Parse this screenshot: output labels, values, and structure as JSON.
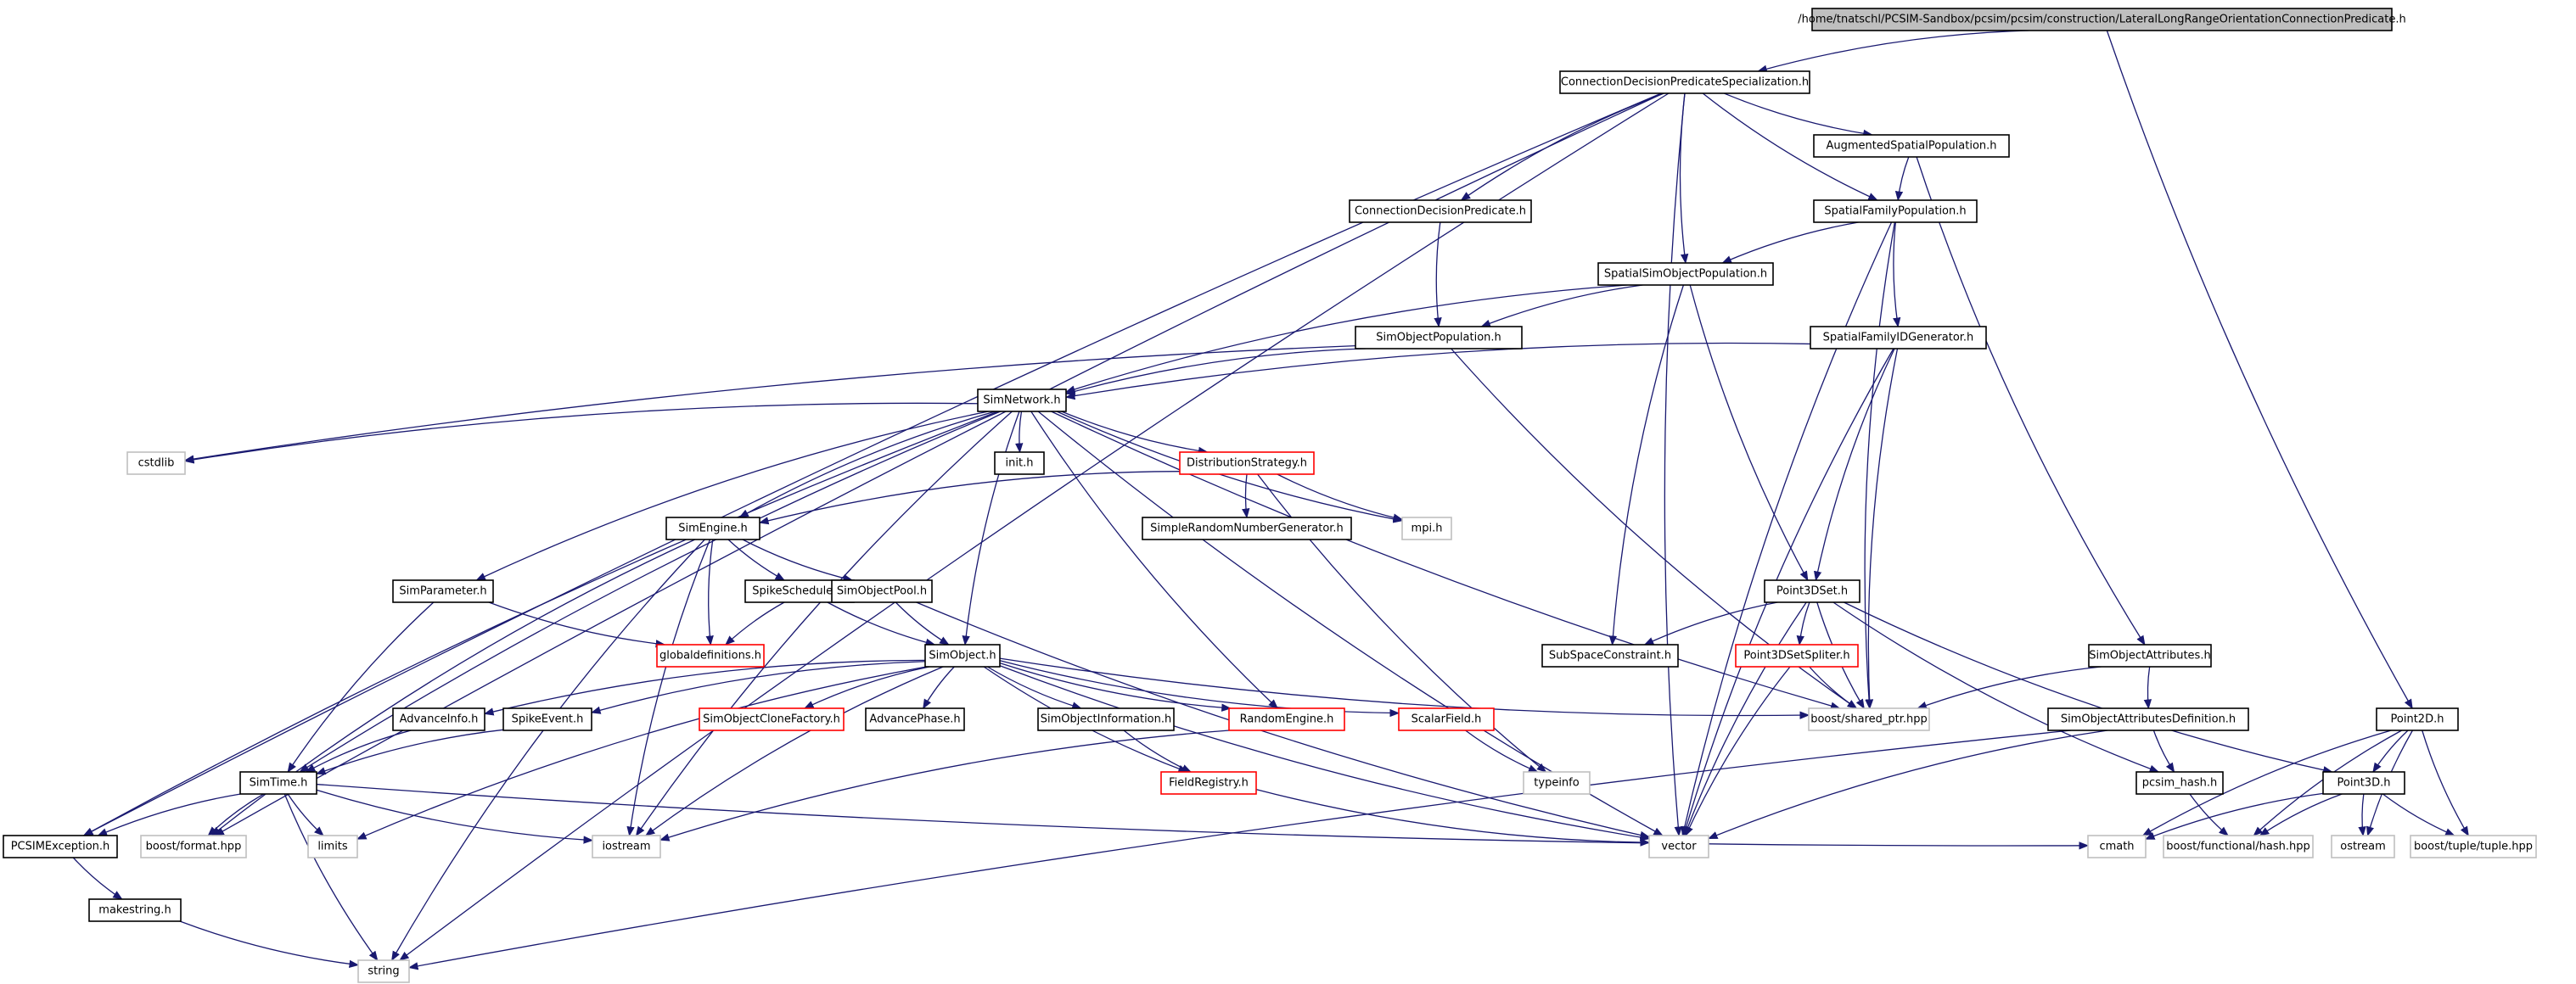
{
  "diagram": {
    "nodes": {
      "root": {
        "label": "/home/tnatschl/PCSIM-Sandbox/pcsim/pcsim/construction/LateralLongRangeOrientationConnectionPredicate.h",
        "style": "root"
      },
      "cdps": {
        "label": "ConnectionDecisionPredicateSpecialization.h",
        "style": "normal"
      },
      "asp": {
        "label": "AugmentedSpatialPopulation.h",
        "style": "normal"
      },
      "cdp": {
        "label": "ConnectionDecisionPredicate.h",
        "style": "normal"
      },
      "sfp": {
        "label": "SpatialFamilyPopulation.h",
        "style": "normal"
      },
      "ssop": {
        "label": "SpatialSimObjectPopulation.h",
        "style": "normal"
      },
      "sop": {
        "label": "SimObjectPopulation.h",
        "style": "normal"
      },
      "sfidg": {
        "label": "SpatialFamilyIDGenerator.h",
        "style": "normal"
      },
      "simnet": {
        "label": "SimNetwork.h",
        "style": "normal"
      },
      "cstdlib": {
        "label": "cstdlib",
        "style": "gray"
      },
      "init": {
        "label": "init.h",
        "style": "normal"
      },
      "diststrat": {
        "label": "DistributionStrategy.h",
        "style": "red"
      },
      "mpi": {
        "label": "mpi.h",
        "style": "gray"
      },
      "srng": {
        "label": "SimpleRandomNumberGenerator.h",
        "style": "normal"
      },
      "simengine": {
        "label": "SimEngine.h",
        "style": "normal"
      },
      "simparam": {
        "label": "SimParameter.h",
        "style": "normal"
      },
      "spikesched": {
        "label": "SpikeScheduler.h",
        "style": "normal"
      },
      "simobjpool": {
        "label": "SimObjectPool.h",
        "style": "normal"
      },
      "globaldefs": {
        "label": "globaldefinitions.h",
        "style": "red"
      },
      "p3dset": {
        "label": "Point3DSet.h",
        "style": "normal"
      },
      "subspace": {
        "label": "SubSpaceConstraint.h",
        "style": "normal"
      },
      "p3dsetspliter": {
        "label": "Point3DSetSpliter.h",
        "style": "red"
      },
      "simobj": {
        "label": "SimObject.h",
        "style": "normal"
      },
      "advinfo": {
        "label": "AdvanceInfo.h",
        "style": "normal"
      },
      "spikeevent": {
        "label": "SpikeEvent.h",
        "style": "normal"
      },
      "socf": {
        "label": "SimObjectCloneFactory.h",
        "style": "red"
      },
      "advphase": {
        "label": "AdvancePhase.h",
        "style": "normal"
      },
      "soinfo": {
        "label": "SimObjectInformation.h",
        "style": "normal"
      },
      "randeng": {
        "label": "RandomEngine.h",
        "style": "red"
      },
      "scalarfield": {
        "label": "ScalarField.h",
        "style": "red"
      },
      "soattr": {
        "label": "SimObjectAttributes.h",
        "style": "normal"
      },
      "sharedptr": {
        "label": "boost/shared_ptr.hpp",
        "style": "gray"
      },
      "soattrdef": {
        "label": "SimObjectAttributesDefinition.h",
        "style": "normal"
      },
      "point2d": {
        "label": "Point2D.h",
        "style": "normal"
      },
      "simtime": {
        "label": "SimTime.h",
        "style": "normal"
      },
      "fieldreg": {
        "label": "FieldRegistry.h",
        "style": "red"
      },
      "typeinfo": {
        "label": "typeinfo",
        "style": "gray"
      },
      "pcsimhash": {
        "label": "pcsim_hash.h",
        "style": "normal"
      },
      "point3d": {
        "label": "Point3D.h",
        "style": "normal"
      },
      "pcsimexc": {
        "label": "PCSIMException.h",
        "style": "normal"
      },
      "bformat": {
        "label": "boost/format.hpp",
        "style": "gray"
      },
      "limits": {
        "label": "limits",
        "style": "gray"
      },
      "iostream": {
        "label": "iostream",
        "style": "gray"
      },
      "vector": {
        "label": "vector",
        "style": "gray"
      },
      "cmath": {
        "label": "cmath",
        "style": "gray"
      },
      "bhash": {
        "label": "boost/functional/hash.hpp",
        "style": "gray"
      },
      "ostream": {
        "label": "ostream",
        "style": "gray"
      },
      "btuple": {
        "label": "boost/tuple/tuple.hpp",
        "style": "gray"
      },
      "makestring": {
        "label": "makestring.h",
        "style": "normal"
      },
      "string": {
        "label": "string",
        "style": "gray"
      }
    },
    "edges": [
      [
        "root",
        "cdps"
      ],
      [
        "root",
        "point2d"
      ],
      [
        "cdps",
        "asp"
      ],
      [
        "cdps",
        "cdp"
      ],
      [
        "cdps",
        "sfp"
      ],
      [
        "cdps",
        "ssop"
      ],
      [
        "cdps",
        "pcsimexc"
      ],
      [
        "cdps",
        "bformat"
      ],
      [
        "cdps",
        "string"
      ],
      [
        "cdps",
        "vector"
      ],
      [
        "asp",
        "sfp"
      ],
      [
        "asp",
        "soattr"
      ],
      [
        "cdp",
        "sop"
      ],
      [
        "sfp",
        "ssop"
      ],
      [
        "sfp",
        "sfidg"
      ],
      [
        "sfp",
        "sharedptr"
      ],
      [
        "sfp",
        "vector"
      ],
      [
        "ssop",
        "sop"
      ],
      [
        "ssop",
        "simnet"
      ],
      [
        "ssop",
        "p3dset"
      ],
      [
        "ssop",
        "subspace"
      ],
      [
        "sop",
        "simnet"
      ],
      [
        "sop",
        "cstdlib"
      ],
      [
        "sop",
        "sharedptr"
      ],
      [
        "sfidg",
        "simnet"
      ],
      [
        "sfidg",
        "p3dset"
      ],
      [
        "sfidg",
        "sharedptr"
      ],
      [
        "sfidg",
        "vector"
      ],
      [
        "simnet",
        "cstdlib"
      ],
      [
        "simnet",
        "init"
      ],
      [
        "simnet",
        "diststrat"
      ],
      [
        "simnet",
        "mpi"
      ],
      [
        "simnet",
        "simengine"
      ],
      [
        "simnet",
        "simparam"
      ],
      [
        "simnet",
        "simobj"
      ],
      [
        "simnet",
        "simtime"
      ],
      [
        "simnet",
        "pcsimexc"
      ],
      [
        "simnet",
        "iostream"
      ],
      [
        "simnet",
        "randeng"
      ],
      [
        "simnet",
        "sharedptr"
      ],
      [
        "simnet",
        "vector"
      ],
      [
        "diststrat",
        "srng"
      ],
      [
        "diststrat",
        "mpi"
      ],
      [
        "diststrat",
        "simengine"
      ],
      [
        "diststrat",
        "typeinfo"
      ],
      [
        "simengine",
        "spikesched"
      ],
      [
        "simengine",
        "simobjpool"
      ],
      [
        "simengine",
        "globaldefs"
      ],
      [
        "simengine",
        "bformat"
      ],
      [
        "simengine",
        "iostream"
      ],
      [
        "simengine",
        "string"
      ],
      [
        "simparam",
        "globaldefs"
      ],
      [
        "simparam",
        "simtime"
      ],
      [
        "spikesched",
        "globaldefs"
      ],
      [
        "spikesched",
        "simobj"
      ],
      [
        "simobjpool",
        "simobj"
      ],
      [
        "simobjpool",
        "vector"
      ],
      [
        "p3dset",
        "subspace"
      ],
      [
        "p3dset",
        "p3dsetspliter"
      ],
      [
        "p3dset",
        "sharedptr"
      ],
      [
        "p3dset",
        "vector"
      ],
      [
        "p3dset",
        "point3d"
      ],
      [
        "p3dset",
        "pcsimhash"
      ],
      [
        "p3dsetspliter",
        "sharedptr"
      ],
      [
        "p3dsetspliter",
        "vector"
      ],
      [
        "simobj",
        "advinfo"
      ],
      [
        "simobj",
        "spikeevent"
      ],
      [
        "simobj",
        "socf"
      ],
      [
        "simobj",
        "advphase"
      ],
      [
        "simobj",
        "soinfo"
      ],
      [
        "simobj",
        "randeng"
      ],
      [
        "simobj",
        "scalarfield"
      ],
      [
        "simobj",
        "fieldreg"
      ],
      [
        "simobj",
        "sharedptr"
      ],
      [
        "simobj",
        "iostream"
      ],
      [
        "simobj",
        "limits"
      ],
      [
        "simobj",
        "vector"
      ],
      [
        "advinfo",
        "simtime"
      ],
      [
        "spikeevent",
        "simtime"
      ],
      [
        "soinfo",
        "fieldreg"
      ],
      [
        "randeng",
        "iostream"
      ],
      [
        "scalarfield",
        "typeinfo"
      ],
      [
        "soattr",
        "sharedptr"
      ],
      [
        "soattr",
        "soattrdef"
      ],
      [
        "soattrdef",
        "pcsimhash"
      ],
      [
        "soattrdef",
        "vector"
      ],
      [
        "soattrdef",
        "string"
      ],
      [
        "point2d",
        "point3d"
      ],
      [
        "point2d",
        "cmath"
      ],
      [
        "point2d",
        "bhash"
      ],
      [
        "point2d",
        "ostream"
      ],
      [
        "point2d",
        "btuple"
      ],
      [
        "point3d",
        "cmath"
      ],
      [
        "point3d",
        "bhash"
      ],
      [
        "point3d",
        "ostream"
      ],
      [
        "point3d",
        "btuple"
      ],
      [
        "pcsimhash",
        "bhash"
      ],
      [
        "simtime",
        "pcsimexc"
      ],
      [
        "simtime",
        "bformat"
      ],
      [
        "simtime",
        "limits"
      ],
      [
        "simtime",
        "iostream"
      ],
      [
        "simtime",
        "string"
      ],
      [
        "simtime",
        "cmath"
      ],
      [
        "fieldreg",
        "vector"
      ],
      [
        "pcsimexc",
        "makestring"
      ],
      [
        "makestring",
        "string"
      ]
    ]
  }
}
